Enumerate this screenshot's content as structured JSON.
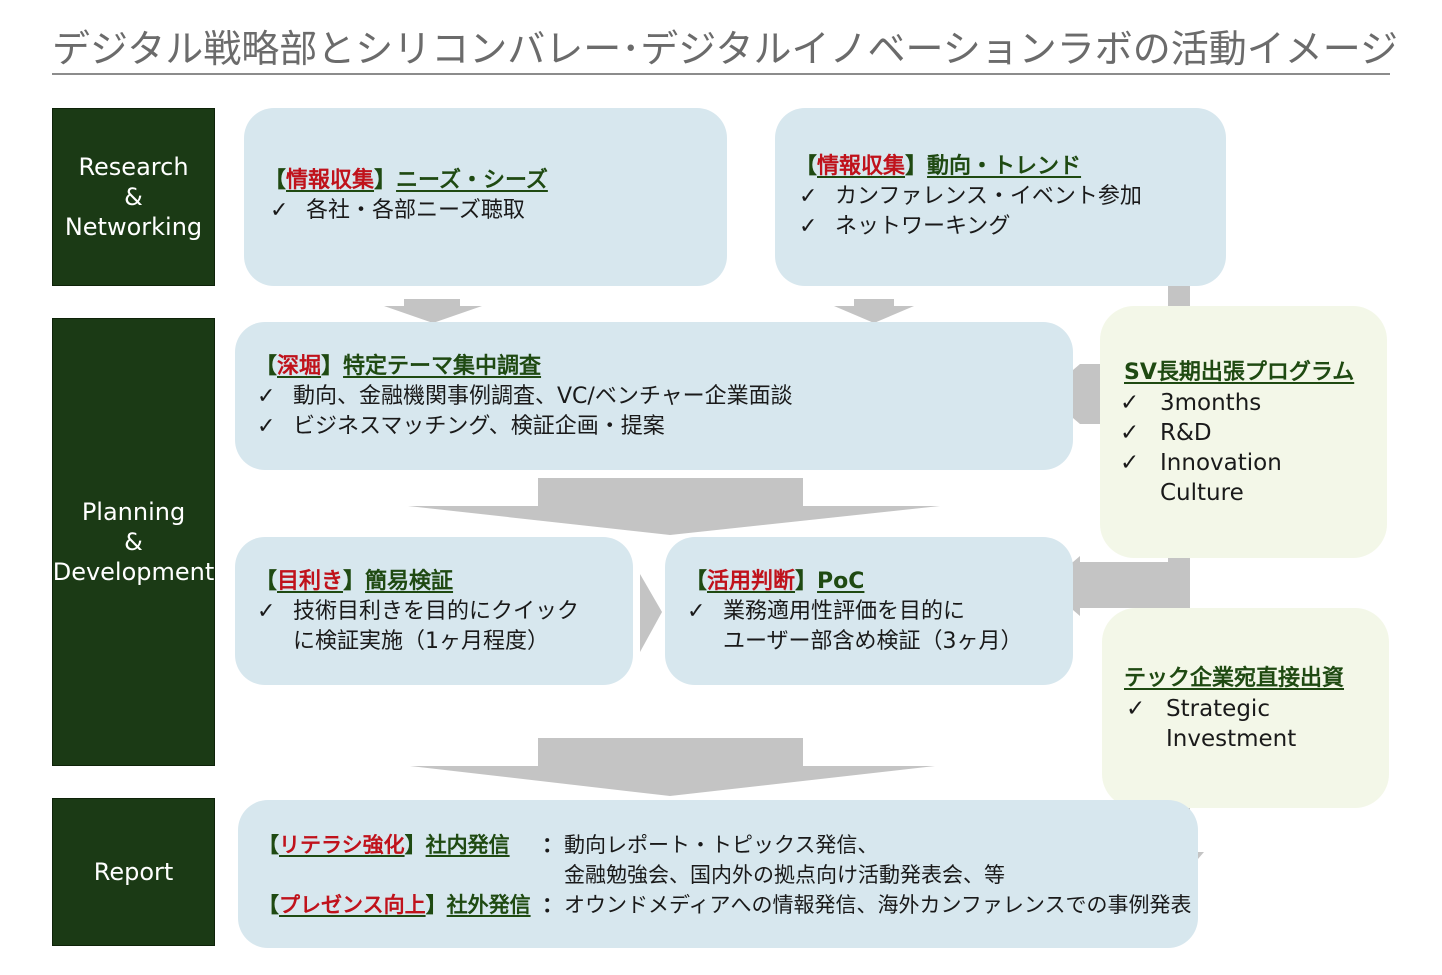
{
  "title": "デジタル戦略部とシリコンバレー･デジタルイノベーションラボの活動イメージ",
  "phases": {
    "research": [
      "Research",
      "&",
      "Networking"
    ],
    "planning": [
      "Planning",
      "&",
      "Development"
    ],
    "report": [
      "Report"
    ]
  },
  "boxes": {
    "needs": {
      "open": "【",
      "tag": "情報収集",
      "close": "】",
      "rest": "ニーズ・シーズ",
      "items": [
        "各社・各部ニーズ聴取"
      ]
    },
    "trend": {
      "open": "【",
      "tag": "情報収集",
      "close": "】",
      "rest": "動向・トレンド",
      "items": [
        "カンファレンス・イベント参加",
        "ネットワーキング"
      ]
    },
    "deepdive": {
      "open": "【",
      "tag": "深堀",
      "close": "】",
      "rest": "特定テーマ集中調査",
      "items": [
        "動向、金融機関事例調査、VC/ベンチャー企業面談",
        "ビジネスマッチング、検証企画・提案"
      ]
    },
    "quick": {
      "open": "【",
      "tag": "目利き",
      "close": "】",
      "rest": "簡易検証",
      "items": [
        "技術目利きを目的にクイック\nに検証実施（1ヶ月程度）"
      ]
    },
    "poc": {
      "open": "【",
      "tag": "活用判断",
      "close": "】",
      "rest": "PoC",
      "items": [
        "業務適用性評価を目的に\nユーザー部含め検証（3ヶ月）"
      ]
    },
    "sv": {
      "rest": "SV長期出張プログラム",
      "items": [
        "3months",
        "R&D",
        "Innovation\nCulture"
      ]
    },
    "invest": {
      "rest": "テック企業宛直接出資",
      "items": [
        "Strategic\nInvestment"
      ]
    }
  },
  "report": {
    "rows": [
      {
        "open": "【",
        "tag": "リテラシ強化",
        "close": "】",
        "rest": "社内発信",
        "colon": "：",
        "desc": "動向レポート・トピックス発信、\n金融勉強会、国内外の拠点向け活動発表会、等"
      },
      {
        "open": "【",
        "tag": "プレゼンス向上",
        "close": "】",
        "rest": "社外発信",
        "colon": "：",
        "desc": "オウンドメディアへの情報発信、海外カンファレンスでの事例発表"
      }
    ]
  },
  "check_mark": "✓",
  "colors": {
    "phase_bg": "#1b3a15",
    "box_bg": "#d7e7ee",
    "side_box_bg": "#f3f7e8",
    "arrow": "#c4c4c4",
    "tag_red": "#c0121b",
    "heading_green": "#1f4a12"
  }
}
